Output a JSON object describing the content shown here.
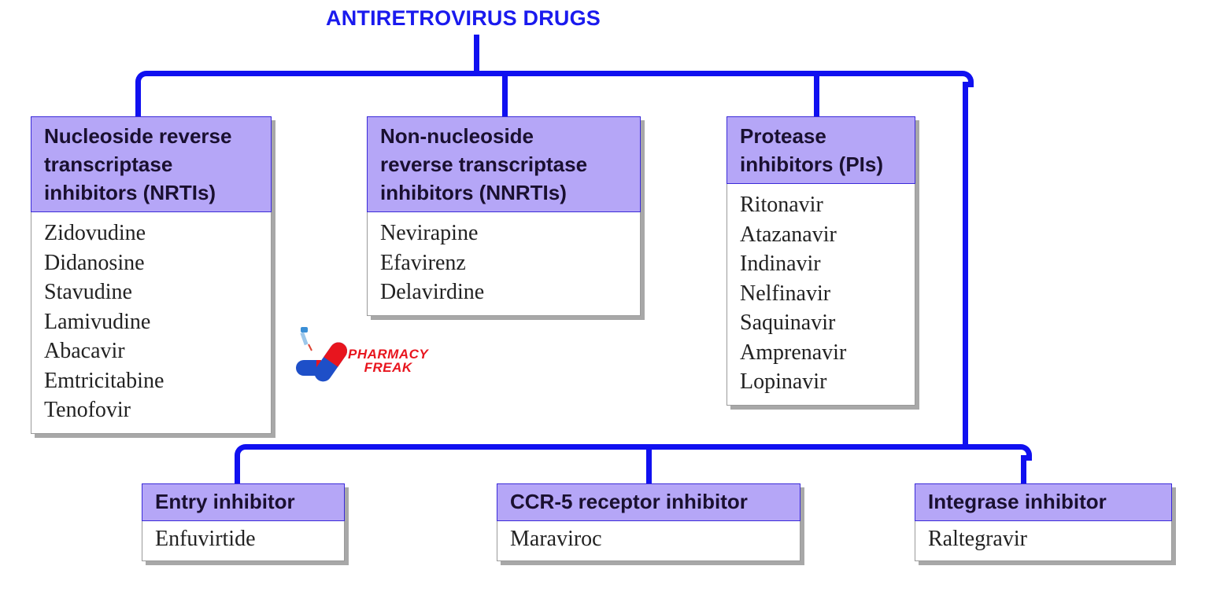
{
  "title": "ANTIRETROVIRUS DRUGS",
  "colors": {
    "connector": "#1010f0",
    "title": "#1a1aee",
    "header_fill": "#b5a6f7",
    "header_border": "#3a2ad8",
    "logo_red": "#e8151e",
    "logo_blue": "#1e4fc8"
  },
  "categories": [
    {
      "header": [
        "Nucleoside reverse",
        "transcriptase",
        "inhibitors (NRTIs)"
      ],
      "drugs": [
        "Zidovudine",
        "Didanosine",
        "Stavudine",
        "Lamivudine",
        "Abacavir",
        "Emtricitabine",
        "Tenofovir"
      ]
    },
    {
      "header": [
        "Non-nucleoside",
        "reverse transcriptase",
        "inhibitors (NNRTIs)"
      ],
      "drugs": [
        "Nevirapine",
        "Efavirenz",
        "Delavirdine"
      ]
    },
    {
      "header": [
        "Protease",
        "inhibitors (PIs)"
      ],
      "drugs": [
        "Ritonavir",
        "Atazanavir",
        "Indinavir",
        "Nelfinavir",
        "Saquinavir",
        "Amprenavir",
        "Lopinavir"
      ]
    },
    {
      "header": [
        "Entry inhibitor"
      ],
      "drugs": [
        "Enfuvirtide"
      ]
    },
    {
      "header": [
        "CCR-5 receptor inhibitor"
      ],
      "drugs": [
        "Maraviroc"
      ]
    },
    {
      "header": [
        "Integrase inhibitor"
      ],
      "drugs": [
        "Raltegravir"
      ]
    }
  ],
  "logo": {
    "line1": "PHARMACY",
    "line2": "FREAK",
    "icon": "pill-capsule-dropper-icon"
  }
}
